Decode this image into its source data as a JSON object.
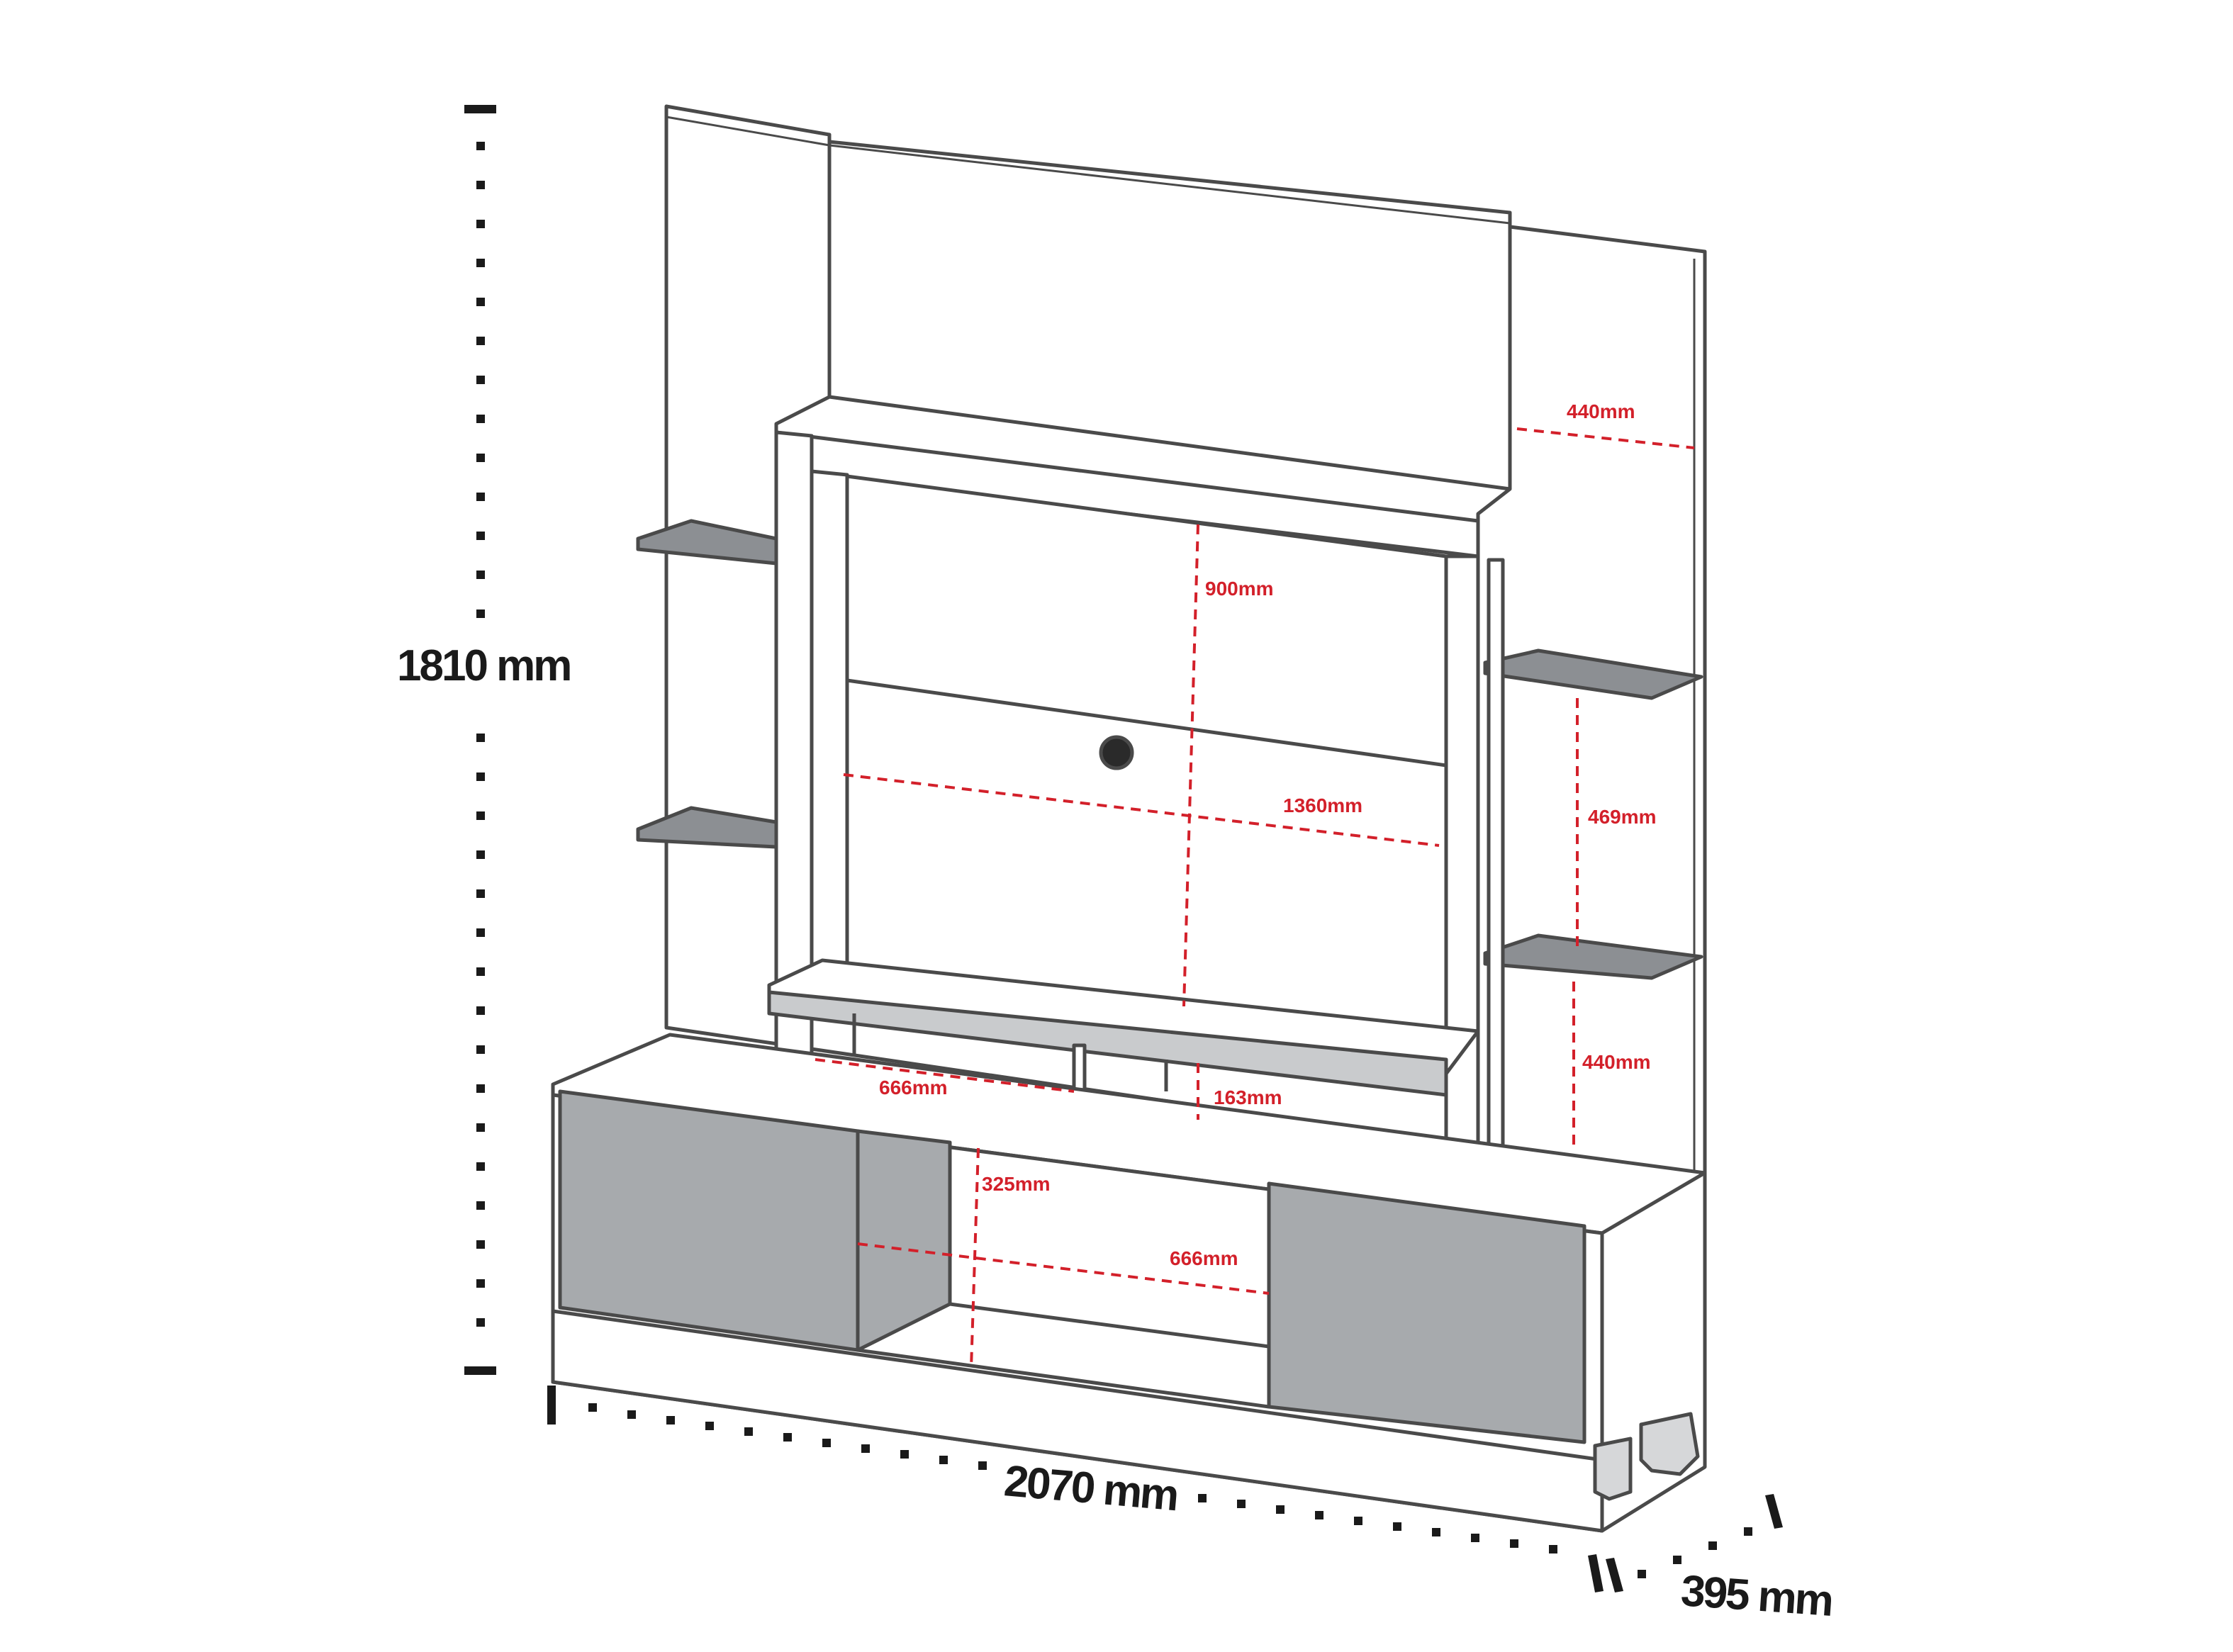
{
  "overall": {
    "height_label": "1810 mm",
    "width_label": "2070 mm",
    "depth_label": "395 mm"
  },
  "details": {
    "upper_side_shelf_gap": "440mm",
    "tv_panel_height": "900mm",
    "tv_panel_width": "1360mm",
    "side_shelf_gap": "469mm",
    "lower_side_shelf_gap": "440mm",
    "shelf_width": "666mm",
    "shelf_gap_height": "163mm",
    "open_compartment_height": "325mm",
    "open_compartment_width": "666mm"
  },
  "colors": {
    "dimension": "#d3202a",
    "outline": "#4a4a4a",
    "shelf": "#8c8f93",
    "door": "#a7aaad"
  }
}
